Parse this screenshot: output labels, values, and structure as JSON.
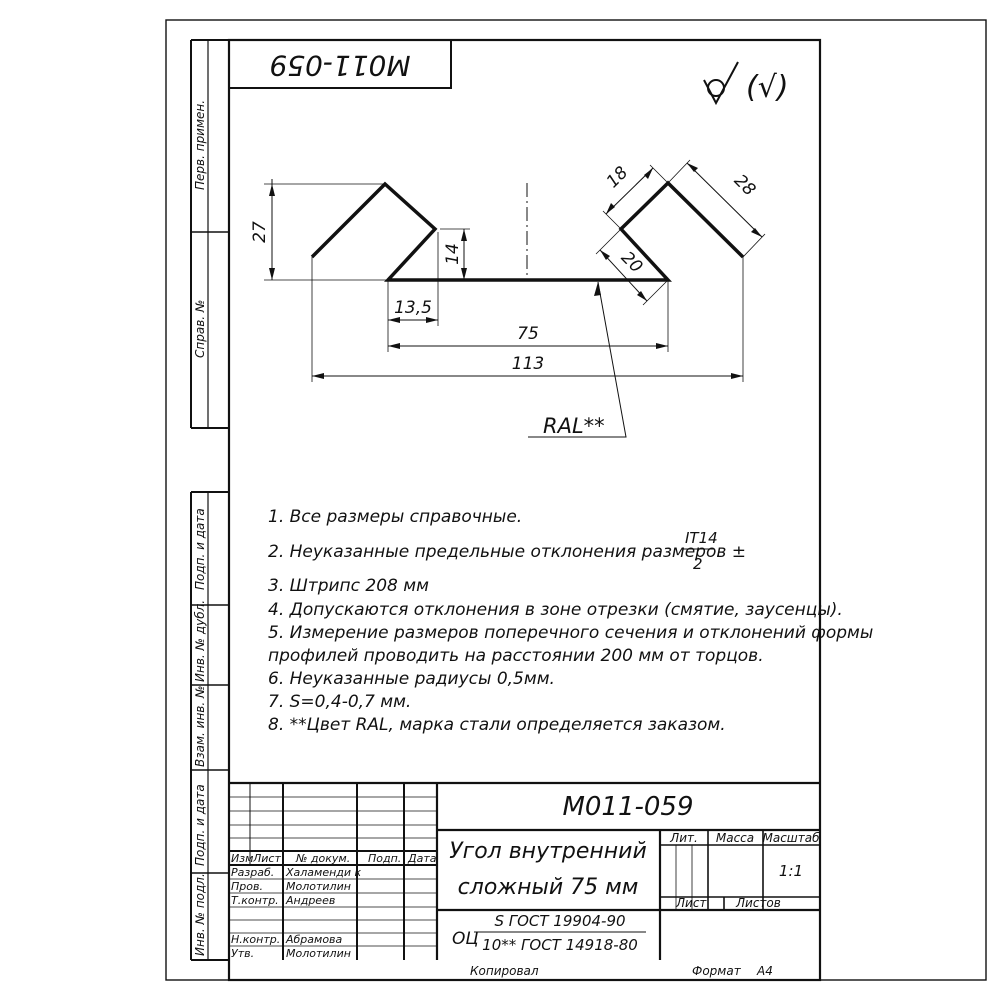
{
  "designation": "М011-059",
  "roughness": "(√)",
  "side_labels": {
    "perv_primen": "Перв. примен.",
    "sprav_no": "Справ. №",
    "podp_data_1": "Подп. и дата",
    "inv_dubl": "Инв. № дубл.",
    "vzam_inv": "Взам. инв. №",
    "podp_data_2": "Подп. и дата",
    "inv_podl": "Инв. № подл."
  },
  "dimensions": {
    "d27": "27",
    "d14": "14",
    "d13_5": "13,5",
    "d18": "18",
    "d28": "28",
    "d20": "20",
    "d75": "75",
    "d113": "113",
    "ral": "RAL**"
  },
  "notes": {
    "n1": "1.  Все размеры справочные.",
    "n2": "2.  Неуказанные предельные отклонения размеров ±",
    "n2_num": "IT14",
    "n2_den": "2",
    "n2_end": ".",
    "n3": "3.  Штрипс 208 мм",
    "n4": "4.  Допускаются отклонения в зоне отрезки (смятие, заусенцы).",
    "n5a": "5.  Измерение размеров поперечного сечения и отклонений формы",
    "n5b": "профилей проводить на расстоянии 200 мм от торцов.",
    "n6": "6.  Неуказанные радиусы 0,5мм.",
    "n7": "7.  S=0,4-0,7 мм.",
    "n8": "8.   **Цвет RAL, марка стали определяется заказом."
  },
  "title_block": {
    "designation": "М011-059",
    "name_line1": "Угол внутренний",
    "name_line2": "сложный 75 мм",
    "material_prefix": "ОЦ",
    "material_top": "S ГОСТ 19904-90",
    "material_bottom": "10** ГОСТ 14918-80",
    "lit": "Лит.",
    "massa": "Масса",
    "masshtab": "Масштаб",
    "scale": "1:1",
    "list": "Лист",
    "listov": "Листов",
    "kopiroval": "Копировал",
    "format_label": "Формат",
    "format_value": "А4",
    "col_izm": "Изм",
    "col_list": "Лист",
    "col_dokum": "№ докум.",
    "col_podp": "Подп.",
    "col_data": "Дата",
    "roles": [
      {
        "role": "Разраб.",
        "name": "Халаменди к"
      },
      {
        "role": "Пров.",
        "name": "Молотилин"
      },
      {
        "role": "Т.контр.",
        "name": "Андреев"
      },
      {
        "role": "Н.контр.",
        "name": "Абрамова"
      },
      {
        "role": "Утв.",
        "name": "Молотилин"
      }
    ]
  }
}
